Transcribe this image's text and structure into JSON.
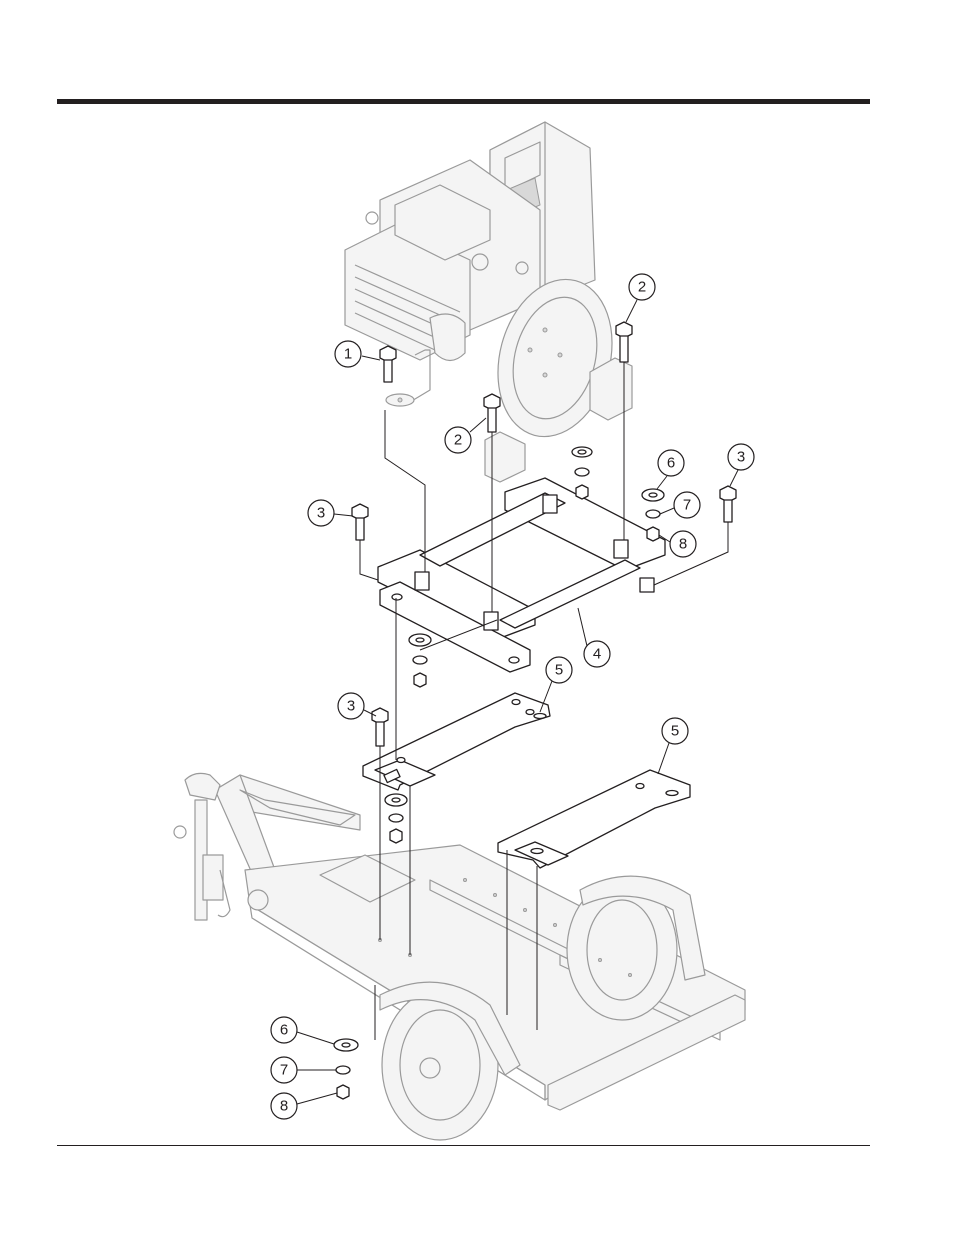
{
  "callouts": [
    {
      "id": "callout-1",
      "number": "1"
    },
    {
      "id": "callout-2a",
      "number": "2"
    },
    {
      "id": "callout-2b",
      "number": "2"
    },
    {
      "id": "callout-3a",
      "number": "3"
    },
    {
      "id": "callout-3b",
      "number": "3"
    },
    {
      "id": "callout-3c",
      "number": "3"
    },
    {
      "id": "callout-4",
      "number": "4"
    },
    {
      "id": "callout-5a",
      "number": "5"
    },
    {
      "id": "callout-5b",
      "number": "5"
    },
    {
      "id": "callout-6a",
      "number": "6"
    },
    {
      "id": "callout-6b",
      "number": "6"
    },
    {
      "id": "callout-7a",
      "number": "7"
    },
    {
      "id": "callout-7b",
      "number": "7"
    },
    {
      "id": "callout-8a",
      "number": "8"
    },
    {
      "id": "callout-8b",
      "number": "8"
    }
  ],
  "colors": {
    "ink": "#231f20",
    "ghost": "#9a9a9a",
    "paper": "#ffffff"
  }
}
